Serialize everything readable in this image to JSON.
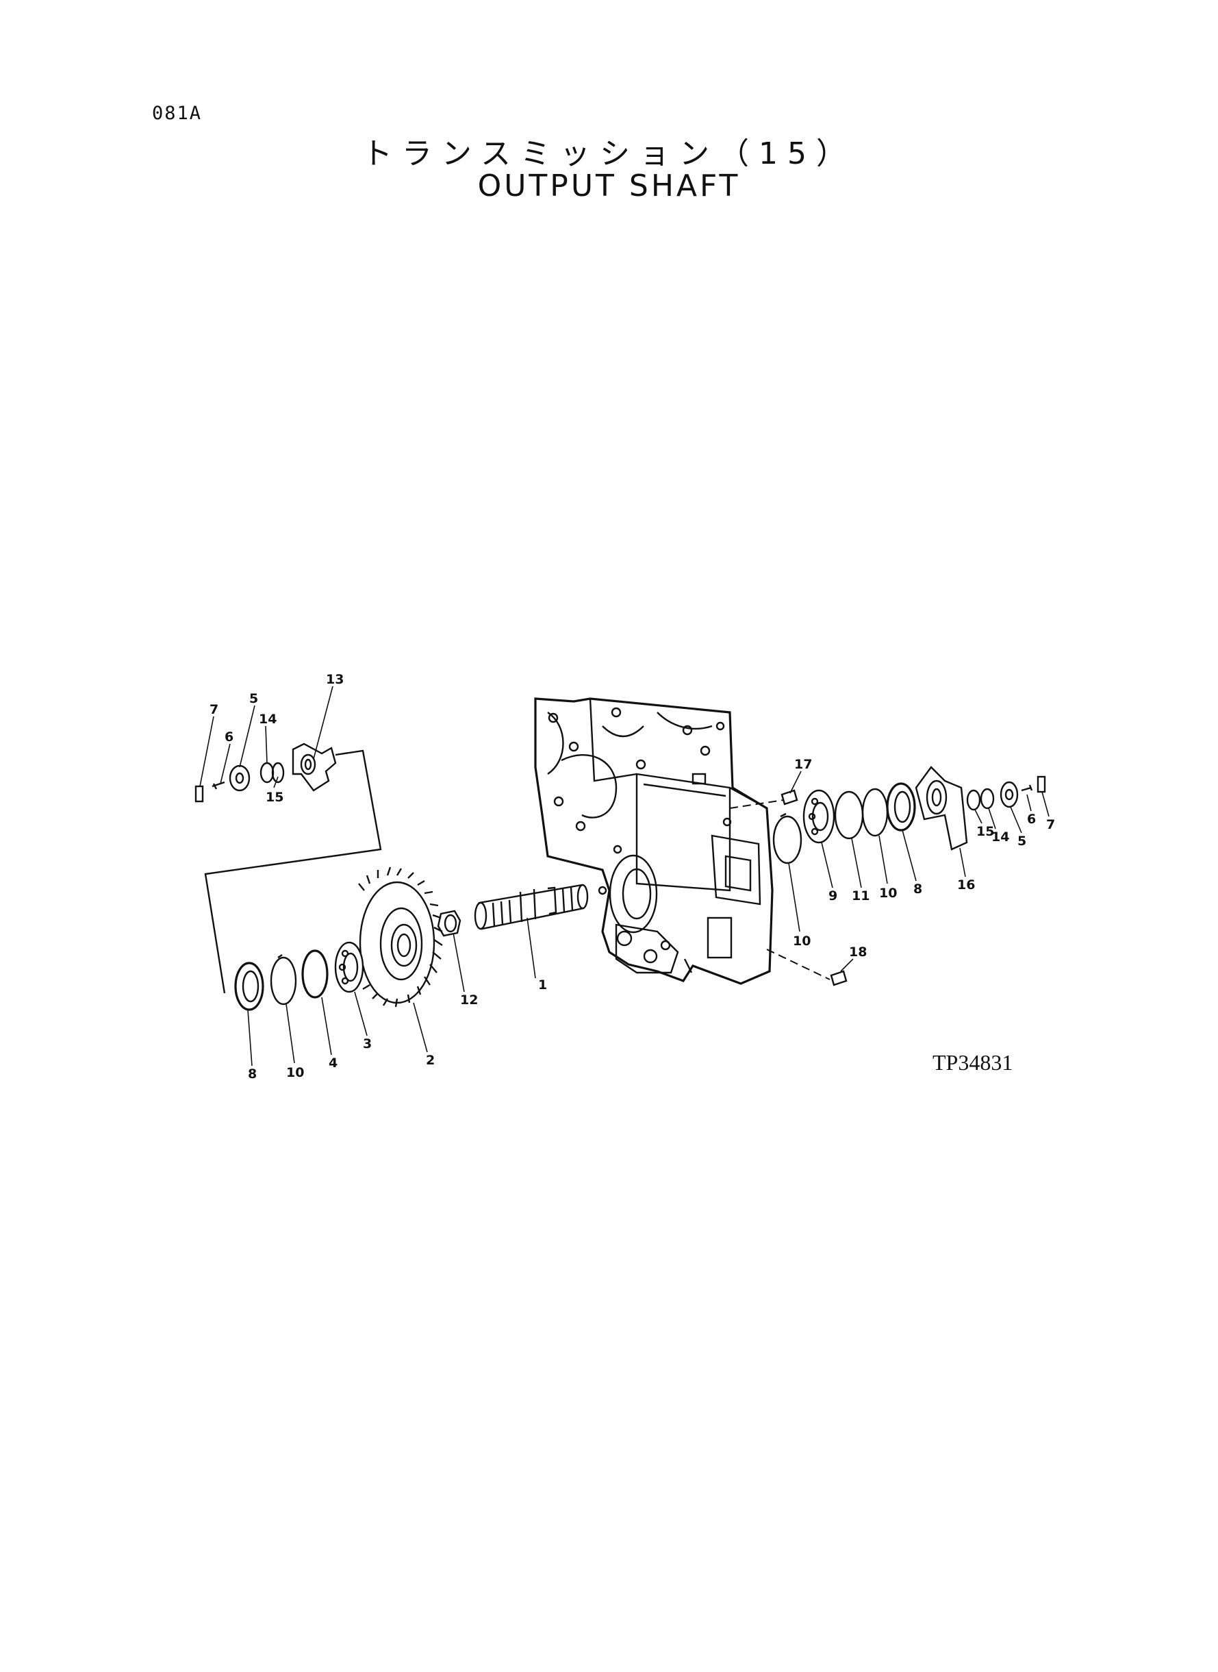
{
  "header": {
    "page_code": "081A",
    "title_jp": "トランスミッション（15）",
    "title_en": "OUTPUT SHAFT"
  },
  "figure": {
    "code": "TP34831",
    "callouts": {
      "shaft": "1",
      "gear": "2",
      "bearing_left": "3",
      "ring_left": "4",
      "washer_left": "5",
      "washer_right": "5",
      "bolt_left": "6",
      "bolt_right": "6",
      "lock_left": "7",
      "lock_right": "7",
      "seal_left": "8",
      "seal_right": "8",
      "bearing_right": "9",
      "snap_left": "10",
      "snap_right_a": "10",
      "snap_right_b": "10",
      "ring_right": "11",
      "nut": "12",
      "yoke_left": "13",
      "oring_left": "14",
      "oring_right": "14",
      "ring_small_left": "15",
      "ring_small_right": "15",
      "flange_right": "16",
      "dowel_top": "17",
      "dowel_bottom": "18"
    }
  }
}
